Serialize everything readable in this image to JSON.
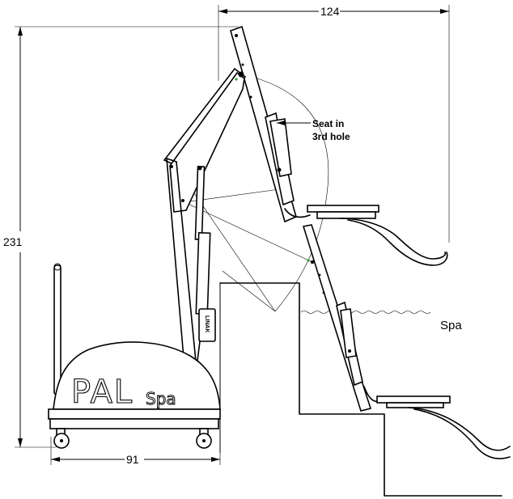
{
  "dimensions": {
    "top_width": "124",
    "height": "231",
    "base_width": "91"
  },
  "annotations": {
    "seat_note_line1": "Seat in",
    "seat_note_line2": "3rd hole",
    "water_label": "Spa"
  },
  "branding": {
    "logo_main": "PAL",
    "logo_sub": "Spa",
    "actuator_label": "LINAK"
  },
  "colors": {
    "ink": "#000000",
    "background": "#ffffff",
    "pivot_marker": "#3a9a3a"
  }
}
